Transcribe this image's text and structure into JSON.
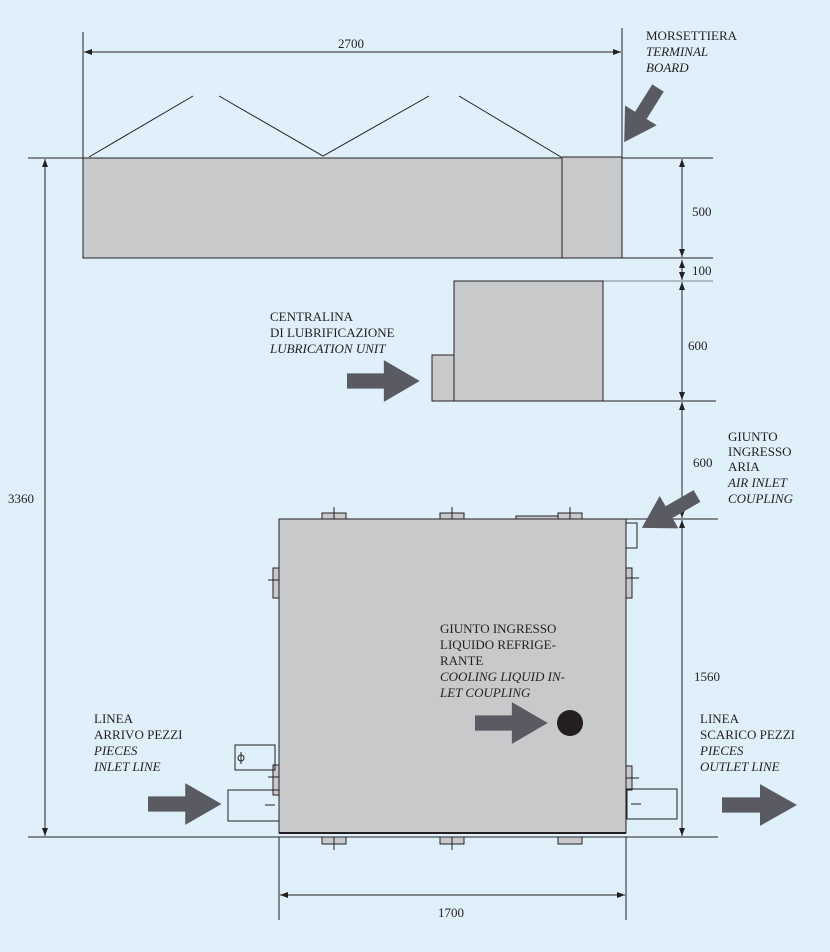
{
  "dimensions": {
    "total_width": "2700",
    "total_height": "3360",
    "top_unit_height": "500",
    "gap_1": "100",
    "lube_height": "600",
    "gap_2": "600",
    "machine_depth": "1560",
    "machine_width": "1700"
  },
  "labels": {
    "terminal_board": [
      "MORSETTIERA",
      "TERMINAL",
      "BOARD"
    ],
    "lubrication_unit": [
      "CENTRALINA",
      "DI LUBRIFICAZIONE",
      "LUBRICATION UNIT"
    ],
    "air_inlet": [
      "GIUNTO",
      "INGRESSO",
      "ARIA",
      "AIR INLET",
      "COUPLING"
    ],
    "cooling_inlet": [
      "GIUNTO INGRESSO",
      "LIQUIDO REFRIGE-",
      "RANTE",
      "COOLING LIQUID IN-",
      "LET COUPLING"
    ],
    "pieces_inlet": [
      "LINEA",
      "ARRIVO PEZZI",
      "PIECES",
      "INLET LINE"
    ],
    "pieces_outlet": [
      "LINEA",
      "SCARICO PEZZI",
      "PIECES",
      "OUTLET LINE"
    ]
  },
  "colors": {
    "background": "#dff0fb",
    "equipment": "#c8c9cb",
    "arrow": "#5a5b62"
  }
}
